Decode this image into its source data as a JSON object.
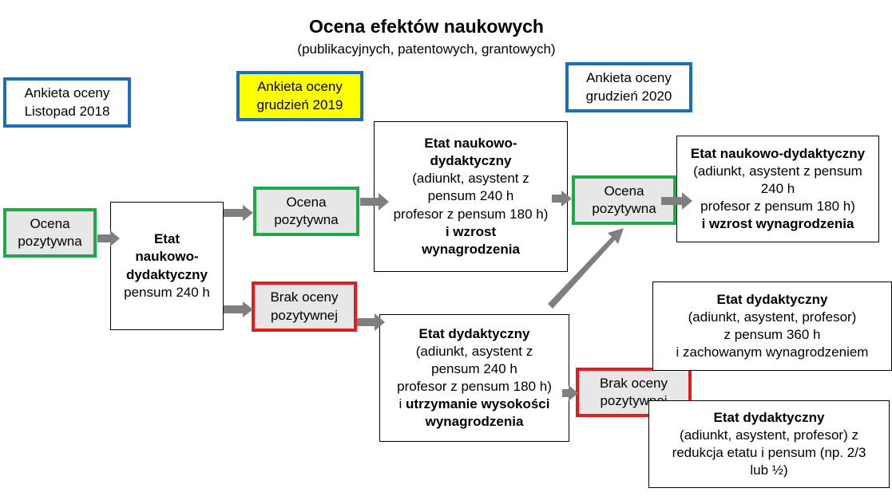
{
  "title": "Ocena efektów naukowych",
  "subtitle": "(publikacyjnych, patentowych, grantowych)",
  "surveys": {
    "s2018": [
      "Ankieta oceny",
      "Listopad 2018"
    ],
    "s2019": [
      "Ankieta oceny",
      "grudzień 2019"
    ],
    "s2020": [
      "Ankieta oceny",
      "grudzień 2020"
    ]
  },
  "positive": [
    "Ocena",
    "pozytywna"
  ],
  "negative": [
    "Brak oceny",
    "pozytywnej"
  ],
  "etat_start": {
    "bold": [
      "Etat",
      "naukowo-",
      "dydaktyczny"
    ],
    "normal": "pensum 240 h"
  },
  "etat_nd_mid": {
    "bold_top": [
      "Etat naukowo-",
      "dydaktyczny"
    ],
    "normal": [
      "(adiunkt, asystent z",
      "pensum 240 h",
      "profesor z pensum 180 h)"
    ],
    "bold_bottom": [
      "i wzrost",
      "wynagrodzenia"
    ]
  },
  "etat_d_mid": {
    "bold_top": "Etat dydaktyczny",
    "normal": [
      "(adiunkt, asystent z",
      "pensum 240 h",
      "profesor z pensum 180 h)"
    ],
    "last_normal": "i ",
    "last_bold": "utrzymanie wysokości",
    "bold_bottom": "wynagrodzenia"
  },
  "etat_nd_right": {
    "bold_top": "Etat naukowo-dydaktyczny",
    "normal": [
      "(adiunkt, asystent z pensum",
      "240 h",
      "profesor z pensum 180 h)"
    ],
    "bold_bottom": "i wzrost wynagrodzenia"
  },
  "etat_d_right1": {
    "bold_top": "Etat dydaktyczny",
    "normal": [
      "(adiunkt, asystent, profesor)",
      "z pensum 360 h",
      "i zachowanym wynagrodzeniem"
    ]
  },
  "etat_d_right2": {
    "bold_top": "Etat dydaktyczny",
    "normal": [
      "(adiunkt, asystent, profesor) z",
      "redukcja etatu i pensum (np. 2/3",
      "lub ½)"
    ]
  },
  "colors": {
    "survey_border": "#1f6db5",
    "highlight": "#ffff00",
    "positive_border": "#1faa48",
    "negative_border": "#e11d1d",
    "arrow": "#7f7f7f"
  }
}
